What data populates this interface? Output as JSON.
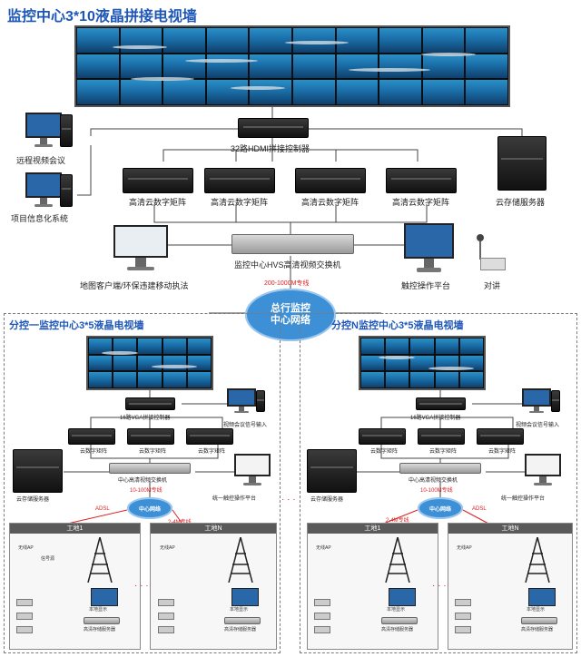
{
  "main": {
    "title": "监控中心3*10液晶拼接电视墙",
    "controller": "32路HDMI拼接控制器",
    "remote_meeting": "远程视频会议",
    "project_system": "项目信息化系统",
    "matrix_label": "高清云数字矩阵",
    "cloud_storage": "云存储服务器",
    "switch": "监控中心HVS高清视频交换机",
    "map_client": "地图客户端/环保违建移动执法",
    "touch_platform": "触控操作平台",
    "intercom": "对讲",
    "line_speed": "200-1000M专线"
  },
  "center_cloud": {
    "line1": "总行监控",
    "line2": "中心网络"
  },
  "branch_left": {
    "title": "分控一监控中心3*5液晶电视墙",
    "controller": "16路VGA拼接控制器",
    "meeting_input": "视频会议信号输入",
    "matrix": "云数字矩阵",
    "storage": "云存储服务器",
    "switch": "中心高清视频交换机",
    "line": "10-100M专线",
    "platform": "统一触控操作平台",
    "cloud": "中心网络",
    "adsl": "ADSL",
    "line2": "2-4M专线",
    "site1": "工地1",
    "siteN": "工地N"
  },
  "branch_right": {
    "title": "分控N监控中心3*5液晶电视墙",
    "controller": "16路VGA拼接控制器",
    "meeting_input": "视频会议信号输入",
    "matrix": "云数字矩阵",
    "storage": "云存储服务器",
    "switch": "中心高清视频交换机",
    "line": "10-100M专线",
    "platform": "统一触控操作平台",
    "cloud": "中心网络",
    "adsl": "ADSL",
    "line2": "2-4M专线",
    "site1": "工地1",
    "siteN": "工地N"
  },
  "site_labels": {
    "ap": "无线AP",
    "signal": "信号源",
    "local_screen": "本地显示",
    "nvr": "高清存储服务器"
  },
  "dots": "· · ·",
  "colors": {
    "title": "#1e57b8",
    "cloud": "#3d8fd6",
    "wall": "#1a6ea8",
    "line_red": "#d22222"
  }
}
